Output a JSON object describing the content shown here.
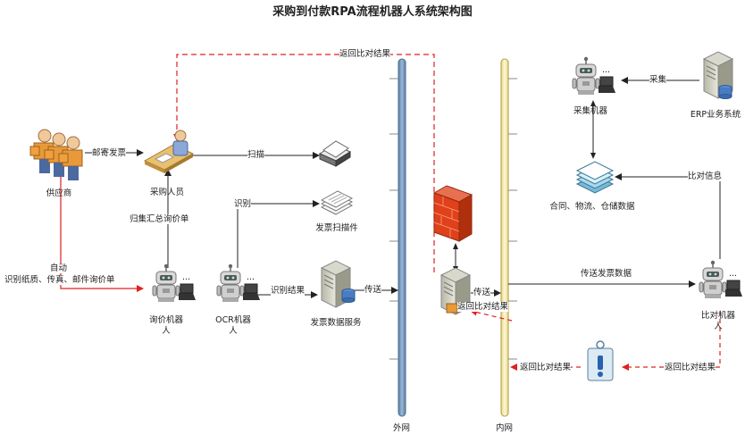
{
  "title": "采购到付款RPA流程机器人系统架构图",
  "nodes": {
    "supplier": "供应商",
    "buyer": "采购人员",
    "scanner": "",
    "scan_doc": "发票扫描件",
    "inquiry_robot_1": "询价机器",
    "inquiry_robot_2": "人",
    "ocr_robot_1": "OCR机器",
    "ocr_robot_2": "人",
    "invoice_service": "发票数据服务",
    "firewall": "",
    "inner_server": "",
    "collect_robot": "采集机器",
    "erp": "ERP业务系统",
    "data_docs": "合同、物流、仓储数据",
    "compare_robot_1": "比对机器",
    "compare_robot_2": "人",
    "alert": ""
  },
  "edges": {
    "mail_invoice": "邮寄发票",
    "scan": "扫描",
    "recognize": "识别",
    "aggregate_quote": "归集汇总询价单",
    "auto_1": "自动",
    "auto_2": "识别纸质、传真、邮件询价单",
    "ocr_result": "识别结果",
    "transfer_1": "传送",
    "transfer_2": "传送",
    "return_top": "返回比对结果",
    "return_mid": "返回比对结果",
    "return_bottom_left": "返回比对结果",
    "return_bottom_right": "返回比对结果",
    "collect": "采集",
    "compare_info": "比对信息",
    "send_invoice_data": "传送发票数据"
  },
  "networks": {
    "outer": "外网",
    "inner": "内网"
  },
  "dots": "..."
}
